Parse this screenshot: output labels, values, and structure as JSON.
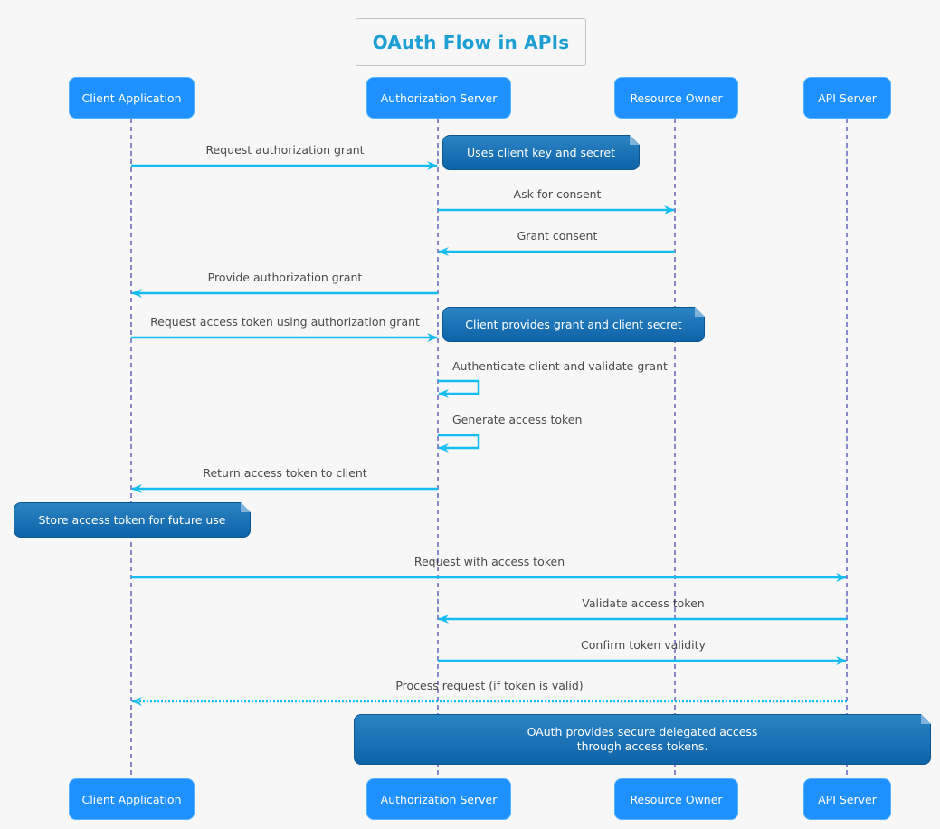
{
  "diagram": {
    "title": "OAuth Flow in APIs",
    "participants": {
      "client": "Client Application",
      "auth": "Authorization Server",
      "owner": "Resource Owner",
      "api": "API Server"
    },
    "messages": {
      "m1": "Request authorization grant",
      "m2": "Ask for consent",
      "m3": "Grant consent",
      "m4": "Provide authorization grant",
      "m5": "Request access token using authorization grant",
      "m6": "Authenticate client and validate grant",
      "m7": "Generate access token",
      "m8": "Return access token to client",
      "m9": "Request with access token",
      "m10": "Validate access token",
      "m11": "Confirm token validity",
      "m12": "Process request (if token is valid)"
    },
    "notes": {
      "n1": "Uses client key and secret",
      "n2": "Client provides grant and client secret",
      "n3": "Store access token for future use",
      "n4_line1": "OAuth provides secure delegated access",
      "n4_line2": "through access tokens."
    },
    "colors": {
      "participant_fill": "#1e90ff",
      "arrow": "#14bdf0",
      "lifeline": "#1a1aa6",
      "title": "#1e9fd3",
      "note_fill": "#1a74b8"
    }
  }
}
